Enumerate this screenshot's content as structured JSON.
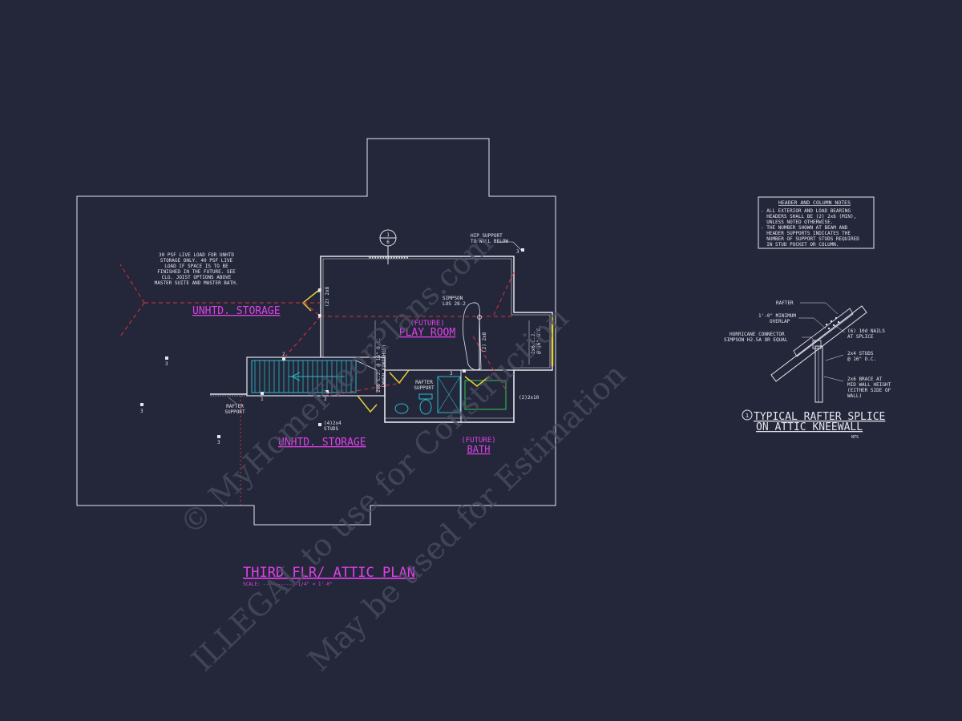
{
  "colors": {
    "background": "#24273a",
    "line": "#e6e6ee",
    "label": "#e040e8",
    "ridge": "#e0303a",
    "stair": "#2bb8c8",
    "door": "#e8d038",
    "fixture": "#2bb8c8",
    "shower": "#30c850",
    "watermark": "#4a4f60"
  },
  "watermark": {
    "line1": "© MyHomeFloorPlans.com",
    "line2": "ILLEGAL to use for Construction",
    "line3": "May be used for Estimation"
  },
  "plan": {
    "rooms": {
      "storage_top": "UNHTD. STORAGE",
      "storage_bottom": "UNHTD. STORAGE",
      "play_future": "(FUTURE)",
      "play_room": "PLAY ROOM",
      "bath_future": "(FUTURE)",
      "bath": "BATH"
    },
    "live_load_note": [
      "30 PSF LIVE LOAD FOR UNHTD",
      "STORAGE ONLY.  40 PSF LIVE",
      "LOAD IF SPACE IS TO BE",
      "FINISHED IN THE FUTURE.  SEE",
      "CLG. JOIST OPTIONS ABOVE",
      "MASTER SUITE AND MASTER BATH."
    ],
    "hip_support": [
      "HIP SUPPORT",
      "TO WALL BELOW"
    ],
    "hip_number": "3",
    "section_marker": {
      "top": "1",
      "bottom": "6"
    },
    "simpson": [
      "SIMPSON",
      "LUS 28-2"
    ],
    "rafter_support_center": [
      "RAFTER",
      "SUPPORT"
    ],
    "rafter_support_left": [
      "RAFTER",
      "SUPPORT"
    ],
    "studs": [
      "(4)2x4",
      "STUDS"
    ],
    "joist_note": [
      "2x6 C.J. @ 16\" O.C.",
      "(WHEN FINISHED)"
    ],
    "header_2x8_upper": "(2) 2x8",
    "header_2x8_center": "(2) 2x8",
    "header_2x6_right": [
      "2x6 C.J.",
      "@ 16\" O.C."
    ],
    "header_2x10": "(2)2x10",
    "post_numbers": [
      "3",
      "3",
      "3",
      "2",
      "2",
      "1",
      "3",
      "3",
      "3"
    ]
  },
  "plan_title": {
    "title": "THIRD FLR/ ATTIC PLAN",
    "scale_label": "SCALE: ------------1/4\" = 1'-0\""
  },
  "notes": {
    "title": "HEADER AND COLUMN NOTES",
    "lines": [
      "- ALL EXTERIOR AND LOAD BEARING",
      "  HEADERS SHALL BE (2) 2x6 (MIN),",
      "  UNLESS NOTED OTHERWISE.",
      "- THE NUMBER SHOWN AT BEAM AND",
      "  HEADER SUPPORTS INDICATES THE",
      "  NUMBER OF SUPPORT STUDS REQUIRED",
      "  IN STUD POCKET OR COLUMN."
    ]
  },
  "detail": {
    "labels": {
      "rafter": "RAFTER",
      "overlap": [
        "1'-0\" MINIMUM",
        "OVERLAP"
      ],
      "nails": [
        "(6) 10d NAILS",
        "AT SPLICE"
      ],
      "hurricane": [
        "HURRICANE CONNECTOR",
        "SIMPSON H2.5A OR EQUAL"
      ],
      "studs": [
        "2x4 STUDS",
        "@ 16\" O.C."
      ],
      "brace": [
        "2x6 BRACE AT",
        "MID WALL HEIGHT",
        "(EITHER SIDE OF",
        "WALL)"
      ]
    },
    "number": "1",
    "title_line1": "TYPICAL RAFTER SPLICE",
    "title_line2": "ON ATTIC KNEEWALL",
    "nts": "NTS"
  }
}
